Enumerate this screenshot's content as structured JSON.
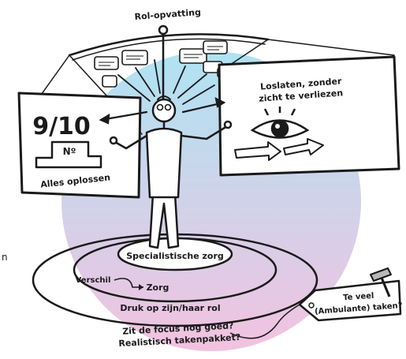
{
  "labels": {
    "title": "Rol-opvatting",
    "left_score": "9/10",
    "left_number_sign": "Nº",
    "left_caption": "Alles oplossen",
    "right_caption_line1": "Loslaten, zonder",
    "right_caption_line2": "zicht te verliezen",
    "ring_inner": "Specialistische zorg",
    "verschil": "Verschil",
    "zorg": "Zorg",
    "ring_outer": "Druk op zijn/haar rol",
    "question_line1": "Zit de focus nog goed?",
    "question_line2": "Realistisch takenpakket?",
    "tag_line1": "Te veel",
    "tag_line2": "(Ambulante) taken?",
    "edge_letter": "n"
  },
  "colors": {
    "ink": "#1a1a1a",
    "circle_top": "#aee3f3",
    "circle_bottom": "#f2c2e0"
  }
}
